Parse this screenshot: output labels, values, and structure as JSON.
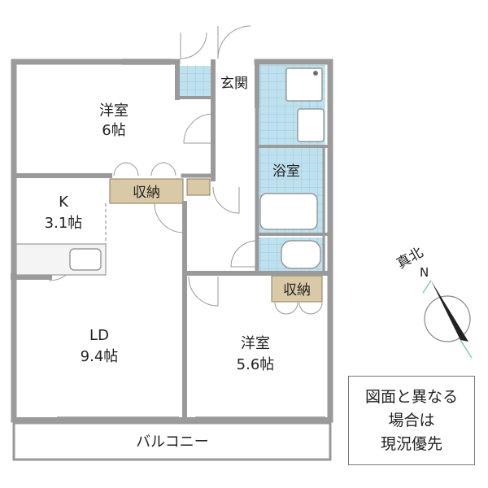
{
  "rooms": {
    "western_room_1": {
      "name": "洋室",
      "size": "6帖"
    },
    "entrance": {
      "name": "玄関"
    },
    "bath": {
      "name": "浴室"
    },
    "storage_1": {
      "name": "収納"
    },
    "kitchen": {
      "name": "K",
      "size": "3.1帖"
    },
    "living_dining": {
      "name": "LD",
      "size": "9.4帖"
    },
    "storage_2": {
      "name": "収納"
    },
    "western_room_2": {
      "name": "洋室",
      "size": "5.6帖"
    },
    "balcony": {
      "name": "バルコニー"
    }
  },
  "compass": {
    "label_jp": "真北",
    "label_letter": "N"
  },
  "note": {
    "lines": [
      "図面と異なる",
      "場合は",
      "現況優先"
    ]
  },
  "colors": {
    "wall": "#9a9a9a",
    "storage": "#d9c9a6",
    "tile": "#bfe1ee",
    "tile_grid": "#8fc4d8",
    "compass_accent": "#7ec8c0"
  }
}
